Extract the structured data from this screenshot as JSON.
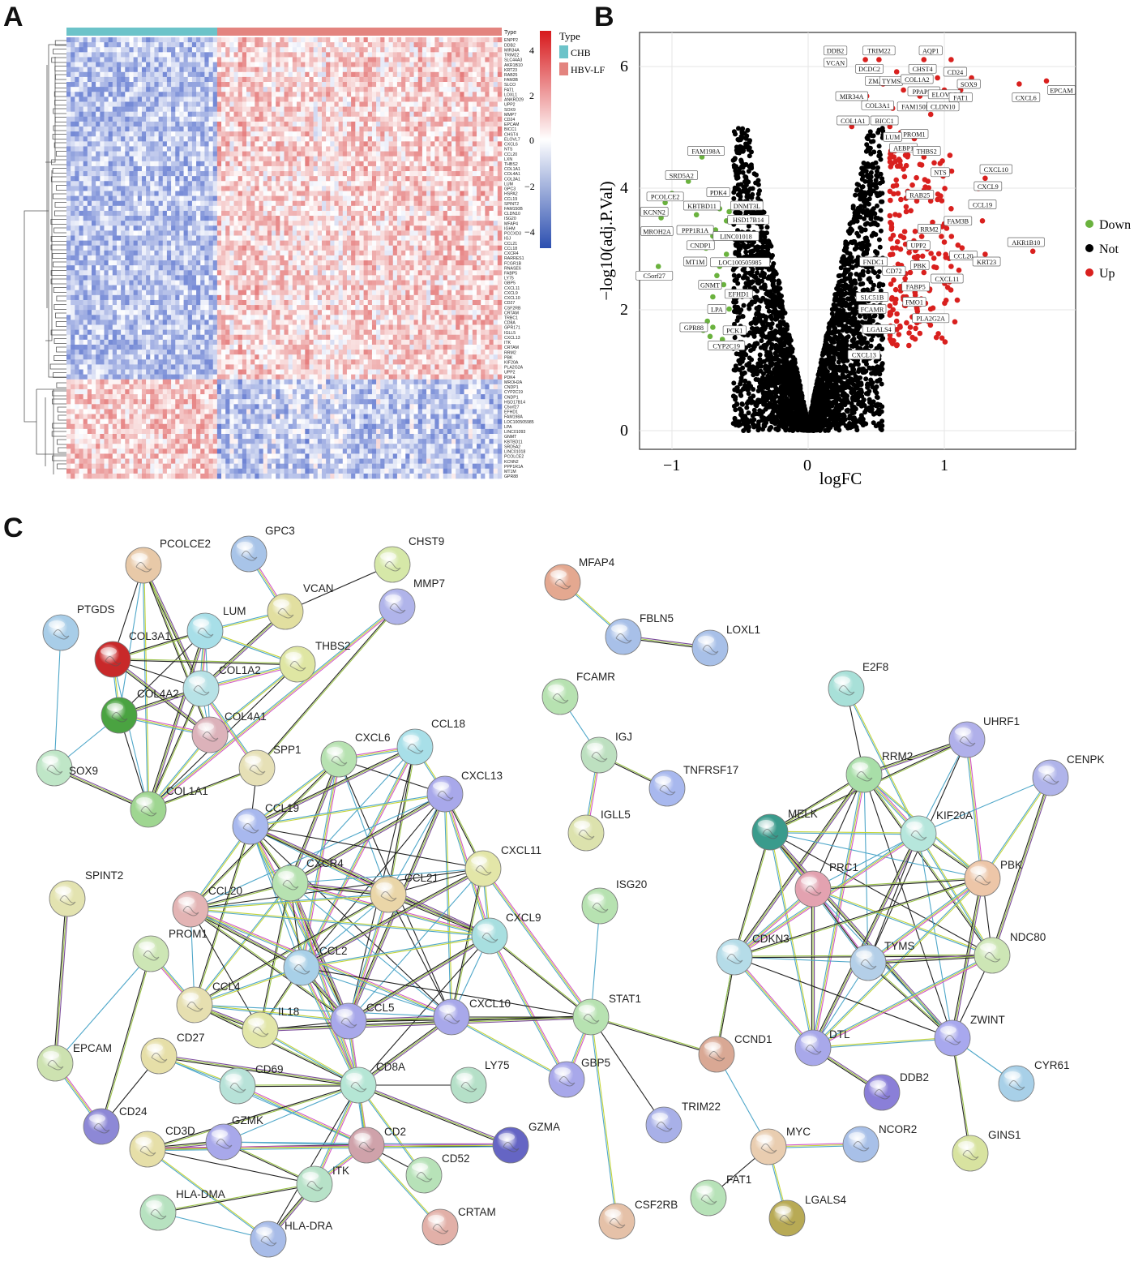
{
  "panels": {
    "a": "A",
    "b": "B",
    "c": "C"
  },
  "heatmap": {
    "legend_title": "Type",
    "legend": [
      {
        "label": "CHB",
        "color": "#6cc3c9"
      },
      {
        "label": "HBV-LF",
        "color": "#e3847f"
      }
    ],
    "colorbar_ticks": [
      "4",
      "2",
      "0",
      "−2",
      "−4"
    ],
    "colorbar_colors": {
      "high": "#d7191c",
      "mid": "#ffffff",
      "low": "#2c4fb0"
    },
    "type_label": "Type",
    "genes": [
      "ENPP2",
      "DDB2",
      "MIR34A",
      "TRIM22",
      "SLC44A3",
      "AKR1B10",
      "KRT23",
      "RAB25",
      "FAM3B",
      "SLCO",
      "FAT1",
      "LOXL1",
      "ANKRD29",
      "UPP2",
      "SOX9",
      "MMP7",
      "CD24",
      "EPCAM",
      "BICC1",
      "CHST4",
      "ELOVL7",
      "CXCL6",
      "NTS",
      "CCL20",
      "LXN",
      "THBS2",
      "COL1A1",
      "COL4A1",
      "COL3A1",
      "LUM",
      "GPC3",
      "HSPA2",
      "CCL19",
      "SPINT2",
      "FAM150B",
      "CLDN10",
      "ISG20",
      "MFAP4",
      "IGHM",
      "PCCXD3",
      "IGJ",
      "CCL21",
      "CCL18",
      "CXCR4",
      "RARRES1",
      "FCGR1B",
      "RNASE6",
      "FABP5",
      "LY75",
      "GBP5",
      "CXCL11",
      "CXCL9",
      "CXCL10",
      "CD27",
      "CSF2RB",
      "CRTAM",
      "TRBC1",
      "CD8A",
      "GPR171",
      "IGLL5",
      "CXCL13",
      "ITK",
      "CRTAM",
      "RRM2",
      "PBK",
      "KIF20A",
      "PLA2G2A",
      "UPP2",
      "PDK4",
      "MROH2A",
      "CNDP1",
      "CYP2C19",
      "CNDP1",
      "HSD17B14",
      "C5orf27",
      "EFHD1",
      "FAM198A",
      "LOC100505985",
      "LPA",
      "LINC01093",
      "GNMT",
      "KBTBD11",
      "SRD5A2",
      "LINC01018",
      "PCOLCE2",
      "KCNN2",
      "PPP1R1A",
      "MT1M",
      "GPR88"
    ]
  },
  "volcano": {
    "xlabel": "logFC",
    "ylabel": "−log10(adj.P.Val)",
    "x_ticks": [
      "−1",
      "0",
      "1"
    ],
    "y_ticks": [
      "0",
      "2",
      "4",
      "6"
    ],
    "legend": [
      {
        "label": "Down",
        "color": "#6ab23e"
      },
      {
        "label": "Not",
        "color": "#000000"
      },
      {
        "label": "Up",
        "color": "#d9201e"
      }
    ],
    "up_labels": [
      "DDB2",
      "TRIM22",
      "AQP1",
      "VCAN",
      "DCDC2",
      "CHST4",
      "CD24",
      "ZMAT3",
      "TYMS",
      "COL1A2",
      "SOX9",
      "PPAP2C",
      "ELOVL7",
      "FAT1",
      "CXCL6",
      "EPCAM",
      "MIR34A",
      "COL3A1",
      "FAM150B",
      "CLDN10",
      "COL1A1",
      "BICC1",
      "PROM1",
      "LUM",
      "AEBP1",
      "THBS2",
      "NTS",
      "CXCL10",
      "CXCL9",
      "RAB25",
      "CCL19",
      "RRM2",
      "FAM3B",
      "AKR1B10",
      "UPP2",
      "CCL20",
      "FNDC1",
      "PBK",
      "KRT23",
      "CD72",
      "CXCL11",
      "FABP5",
      "SLC51B",
      "FMO1",
      "FCAMR",
      "PLA2G2A",
      "LGALS4",
      "CXCL13"
    ],
    "down_labels": [
      "FAM198A",
      "SRD5A2",
      "PCOLCE2",
      "KCNN2",
      "MROH2A",
      "PDK4",
      "KBTBD11",
      "DNMT3L",
      "HSD17B14",
      "PPP1R1A",
      "LINC01018",
      "CNDP1",
      "MT1M",
      "LOC100505985",
      "C5orf27",
      "GNMT",
      "EFHD1",
      "LPA",
      "GPR88",
      "PCK1",
      "CYP2C19"
    ]
  },
  "network": {
    "nodes": [
      "PCOLCE2",
      "GPC3",
      "CHST9",
      "VCAN",
      "PTGDS",
      "LUM",
      "MMP7",
      "COL3A1",
      "THBS2",
      "COL1A2",
      "COL4A2",
      "COL4A1",
      "SOX9",
      "SPP1",
      "COL1A1",
      "MFAP4",
      "FBLN5",
      "LOXL1",
      "FCAMR",
      "IGJ",
      "TNFRSF17",
      "IGLL5",
      "E2F8",
      "UHRF1",
      "CENPK",
      "RRM2",
      "MELK",
      "KIF20A",
      "PRC1",
      "PBK",
      "CDKN3",
      "TYMS",
      "NDC80",
      "DTL",
      "ZWINT",
      "DDB2",
      "CYR61",
      "GINS1",
      "NCOR2",
      "CXCL6",
      "CCL18",
      "CXCL13",
      "CCL19",
      "CXCR4",
      "CCL21",
      "CXCL11",
      "CCL20",
      "CXCL9",
      "CCL2",
      "CCL4",
      "IL18",
      "CCL5",
      "CXCL10",
      "STAT1",
      "ISG20",
      "CCND1",
      "GBP5",
      "SPINT2",
      "PROM1",
      "CD27",
      "CD69",
      "CD8A",
      "LY75",
      "EPCAM",
      "CD24",
      "CD2",
      "GZMA",
      "GZMK",
      "CD3D",
      "CD52",
      "ITK",
      "HLA-DMA",
      "HLA-DRA",
      "CRTAM",
      "CSF2RB",
      "TRIM22",
      "MYC",
      "FAT1",
      "LGALS4"
    ]
  }
}
